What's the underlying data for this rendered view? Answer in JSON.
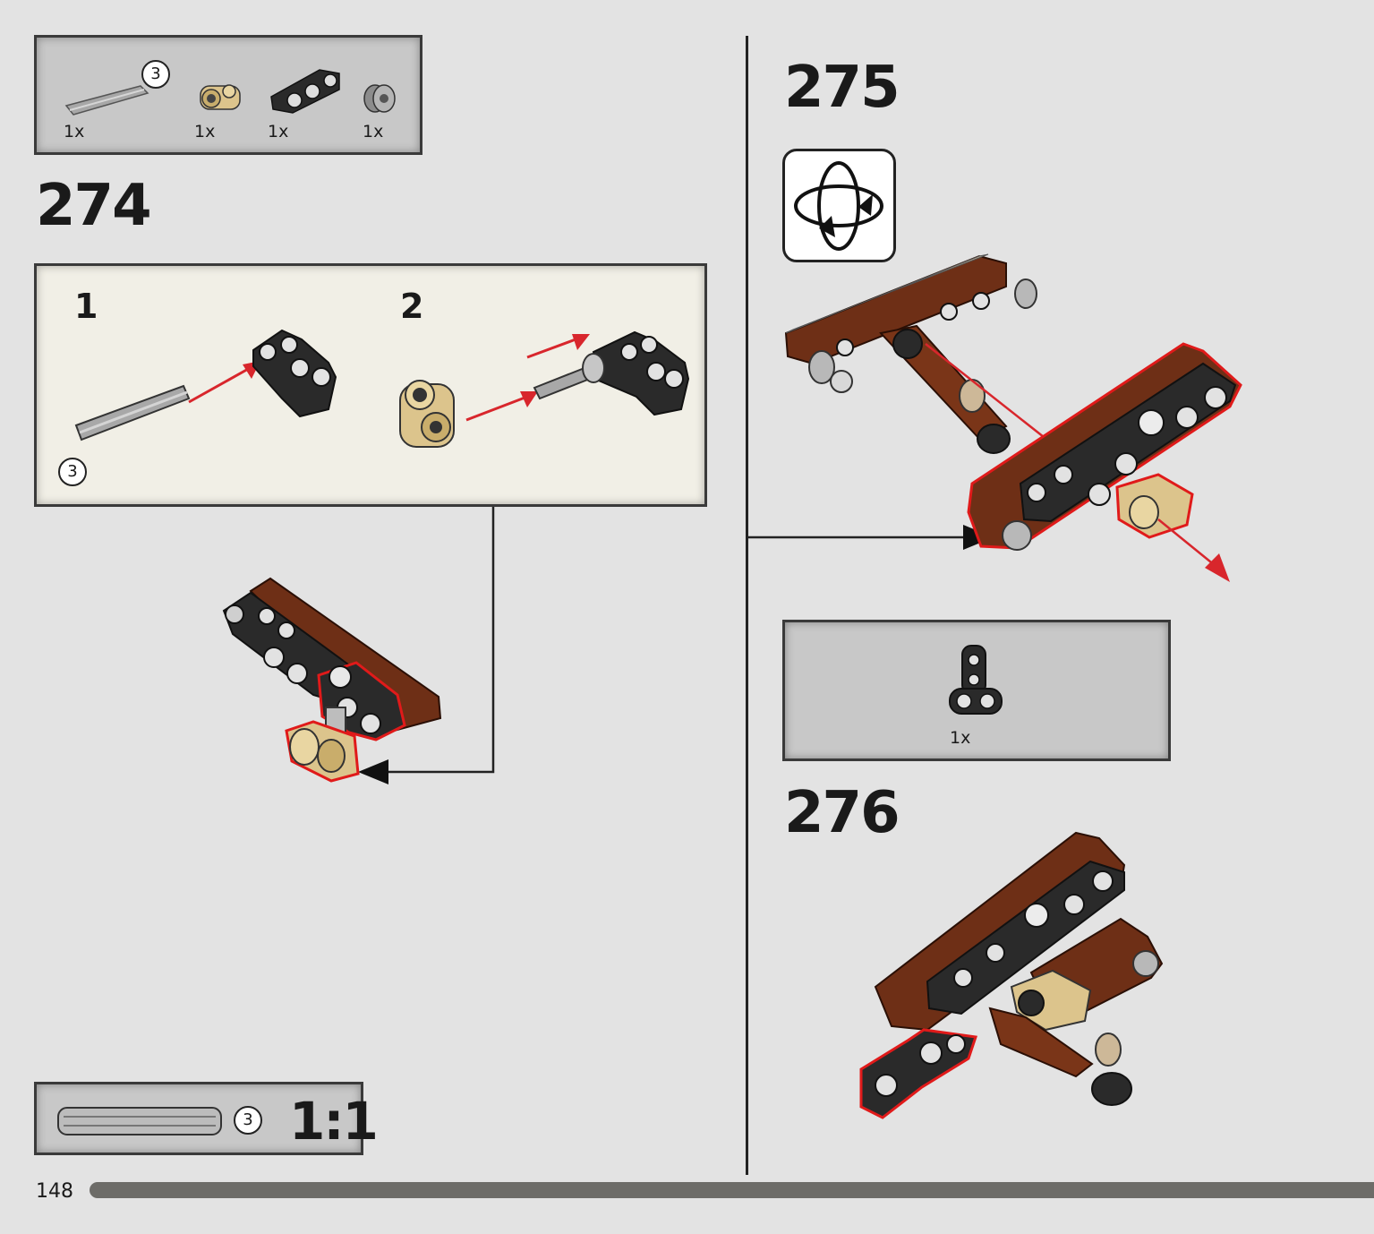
{
  "steps": [
    {
      "number": "274",
      "parts": [
        {
          "icon": "axle-3-part",
          "qty": "1x",
          "length_badge": "3",
          "color": "#9a9a9a"
        },
        {
          "icon": "tan-axle-pin-connector-part",
          "qty": "1x",
          "color": "#d9c38a"
        },
        {
          "icon": "black-bent-beam-part",
          "qty": "1x",
          "color": "#2c2c2c"
        },
        {
          "icon": "gray-bush-part",
          "qty": "1x",
          "color": "#8c8c8c"
        }
      ],
      "substeps": [
        {
          "number": "1",
          "length_badge": "3"
        },
        {
          "number": "2"
        }
      ]
    },
    {
      "number": "275",
      "rotate_icon": "rotate-model-icon",
      "parts": [
        {
          "icon": "black-t-beam-part",
          "qty": "1x",
          "color": "#2c2c2c"
        }
      ]
    },
    {
      "number": "276"
    }
  ],
  "scale_box": {
    "length_badge": "3",
    "label": "1:1"
  },
  "page": {
    "number": "148"
  },
  "colors": {
    "brown": "#6e2f16",
    "black_part": "#2a2a2a",
    "tan": "#dcc48c",
    "gray_part": "#a8a8a8",
    "arrow_red": "#d8262c",
    "highlight_red": "#e01a1a",
    "background": "#e3e3e3"
  }
}
